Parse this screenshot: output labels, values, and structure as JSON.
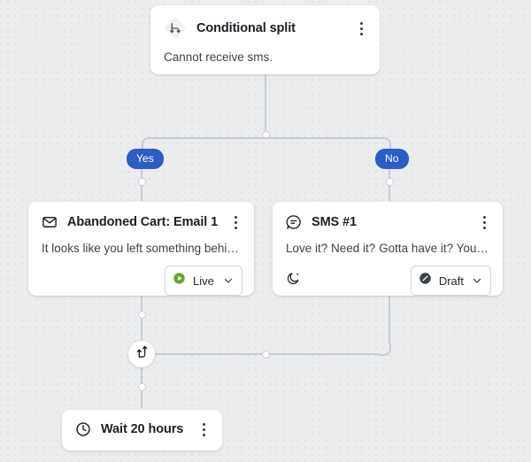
{
  "canvas": {
    "background_color": "#ecedef",
    "grid_dot_color": "#dcdee1",
    "edge_color": "#c9ccd1"
  },
  "nodes": {
    "conditional_split": {
      "icon": "conditional-split-icon",
      "title": "Conditional split",
      "body": "Cannot receive sms.",
      "menu": "node-menu-icon"
    },
    "email": {
      "icon": "envelope-icon",
      "title": "Abandoned Cart: Email 1",
      "body": "It looks like you left something behind...",
      "menu": "node-menu-icon",
      "status": {
        "label": "Live",
        "icon": "live-play-icon",
        "color": "#5fa32a",
        "chevron": "chevron-down-icon"
      }
    },
    "sms": {
      "icon": "sms-bubble-icon",
      "title": "SMS #1",
      "body": "Love it? Need it? Gotta have it? Your cart i...",
      "menu": "node-menu-icon",
      "quiet_hours_icon": "moon-quiet-hours-icon",
      "status": {
        "label": "Draft",
        "icon": "draft-slash-icon",
        "color": "#3b414a",
        "chevron": "chevron-down-icon"
      }
    },
    "merge": {
      "icon": "merge-paths-icon"
    },
    "wait": {
      "icon": "clock-icon",
      "title": "Wait 20 hours",
      "menu": "node-menu-icon"
    }
  },
  "branches": [
    {
      "label": "Yes",
      "color": "#2c5cc5"
    },
    {
      "label": "No",
      "color": "#2c5cc5"
    }
  ]
}
